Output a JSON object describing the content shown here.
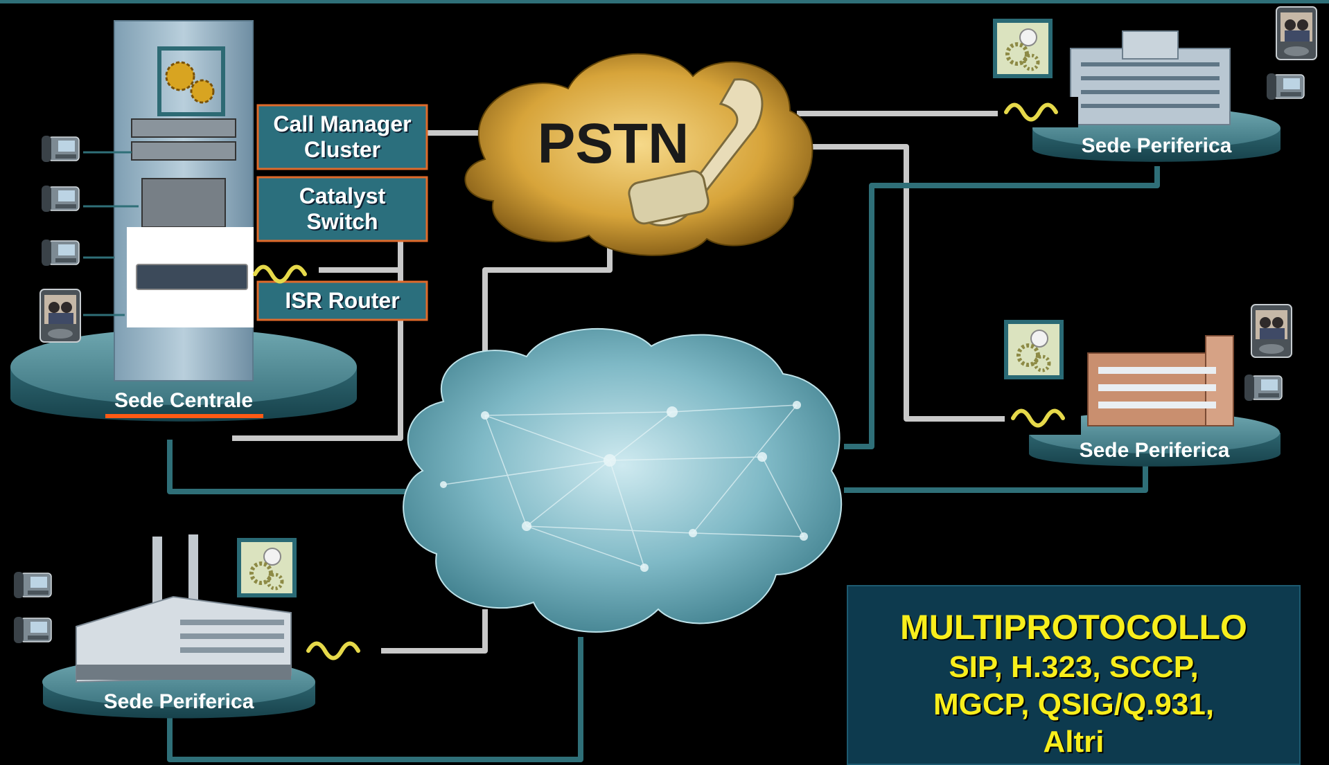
{
  "colors": {
    "link_teal": "#2f6f78",
    "link_gray": "#c9c9c9",
    "box_fill": "#2b6f7d",
    "box_border": "#e06a2a",
    "platform": "#4c8a94",
    "protocol_bg": "#0d3a4e",
    "protocol_text": "#f8ee1c",
    "highlight_underline": "#ff5a14"
  },
  "pstn": {
    "label": "PSTN"
  },
  "hq": {
    "label": "Sede Centrale",
    "boxes": {
      "call_manager": "Call Manager\nCluster",
      "catalyst": "Catalyst\nSwitch",
      "isr": "ISR Router"
    }
  },
  "branches": {
    "top_right": "Sede Periferica",
    "mid_right": "Sede Periferica",
    "bottom_left": "Sede Periferica"
  },
  "protocols": {
    "title": "MULTIPROTOCOLLO",
    "line1": "SIP, H.323, SCCP,",
    "line2": "MGCP, QSIG/Q.931,",
    "line3": "Altri"
  },
  "icons": [
    "gears-icon",
    "ip-phone-icon",
    "video-phone-icon",
    "wan-signal-icon",
    "handset-icon",
    "cloud-icon",
    "building-icon"
  ]
}
